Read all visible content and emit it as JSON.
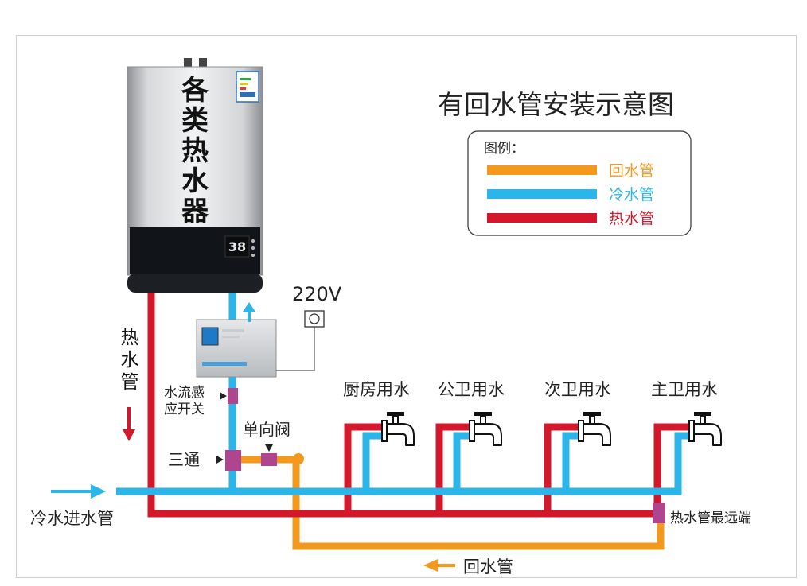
{
  "diagram": {
    "title": "有回水管安装示意图",
    "heater_label": [
      "各",
      "类",
      "热",
      "水",
      "器"
    ],
    "heater_display": "38",
    "legend": {
      "title": "图例：",
      "items": [
        {
          "label": "回水管",
          "color": "#F39A1E"
        },
        {
          "label": "冷水管",
          "color": "#2BB5E8"
        },
        {
          "label": "热水管",
          "color": "#D3182B"
        }
      ]
    },
    "power_label": "220V",
    "hot_pipe_label": [
      "热",
      "水",
      "管"
    ],
    "flow_switch_label": [
      "水流感",
      "应开关"
    ],
    "check_valve_label": "单向阀",
    "tee_label": "三通",
    "cold_inlet_label": "冷水进水管",
    "return_pipe_label": "回水管",
    "far_end_label": "热水管最远端",
    "taps": [
      "厨房用水",
      "公卫用水",
      "次卫用水",
      "主卫用水"
    ],
    "colors": {
      "hot": "#D3182B",
      "cold": "#2BB5E8",
      "return": "#F39A1E",
      "fitting": "#B0458F"
    }
  }
}
